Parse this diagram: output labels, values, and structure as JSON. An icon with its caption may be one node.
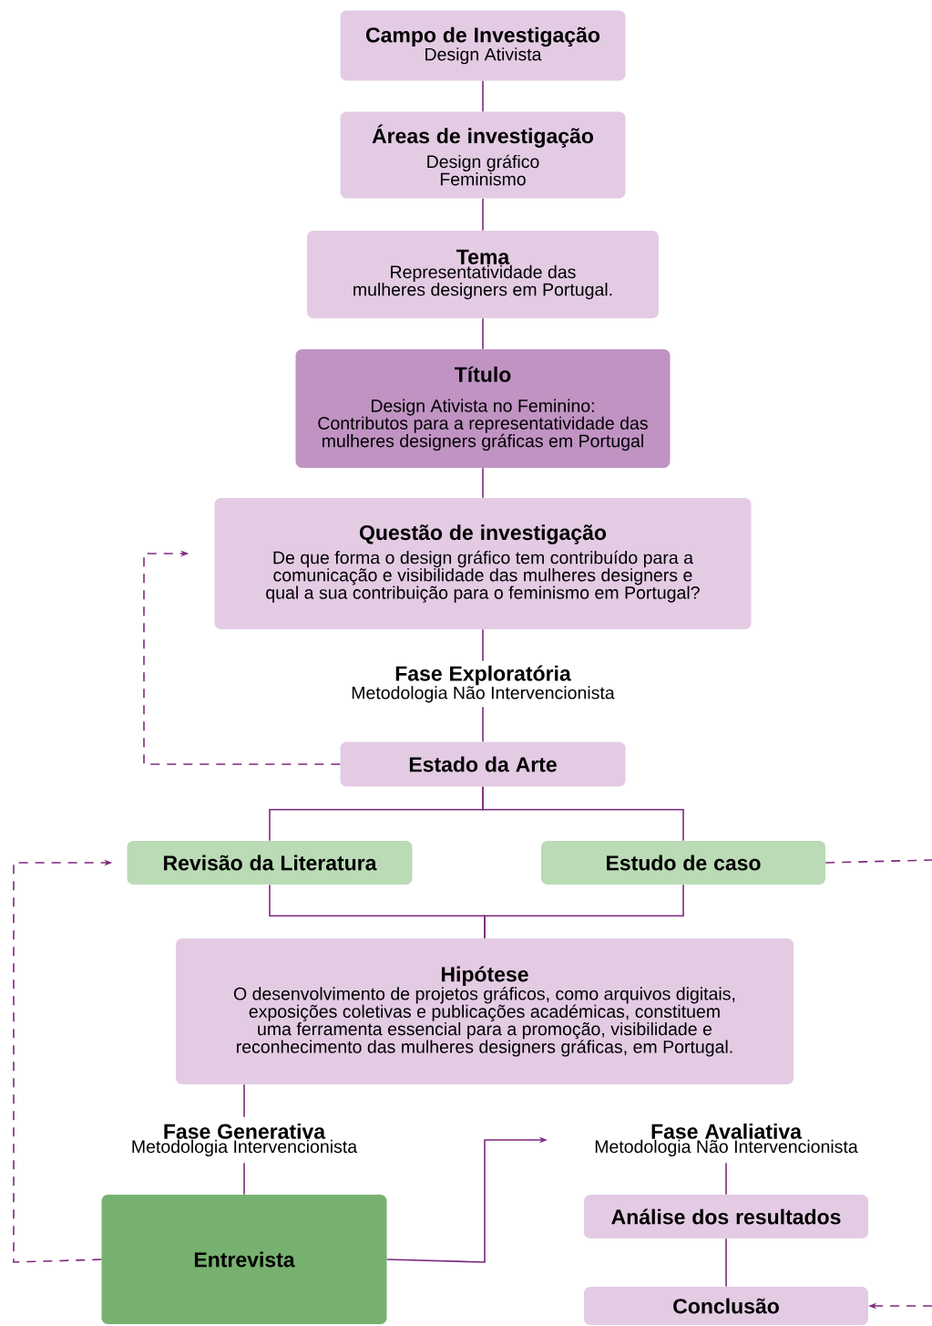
{
  "diagram": {
    "nodes": [
      {
        "text": [
          "Campo de Investigação",
          "Design Ativista"
        ]
      },
      {
        "text": [
          "Áreas de investigação",
          "Design gráfico",
          "Feminismo"
        ]
      },
      {
        "text": [
          "Tema",
          "Representatividade das mulheres designers em Portugal."
        ]
      },
      {
        "text": [
          "Título",
          "Design Ativista no Feminino:",
          "Contributos para a representatividade das mulheres designers gráficas em Portugal"
        ]
      },
      {
        "text": [
          "Questão de investigação",
          "De que forma o design gráfico tem contribuído para a comunicação e visibilidade das mulheres designers e qual a sua contribuição para o feminismo em Portugal?"
        ]
      },
      {
        "text": [
          "Fase Exploratória",
          "Metodologia Não Intervencionista"
        ]
      },
      {
        "text": [
          "Estado da Arte"
        ]
      },
      {
        "text": [
          "Revisão da Literatura"
        ]
      },
      {
        "text": [
          "Estudo de caso"
        ]
      },
      {
        "text": [
          "Hipótese",
          "O desenvolvimento de projetos gráficos, como arquivos digitais, exposições coletivas e publicações académicas, constituem uma ferramenta essencial para a promoção, visibilidade e reconhecimento das mulheres designers gráficas, em Portugal."
        ]
      },
      {
        "text": [
          "Fase Generativa",
          "Metodologia Intervencionista"
        ]
      },
      {
        "text": [
          "Fase Avaliativa",
          "Metodologia Não Intervencionista"
        ]
      },
      {
        "text": [
          "Entrevista"
        ]
      },
      {
        "text": [
          "Análise dos resultados"
        ]
      },
      {
        "text": [
          "Conclusão"
        ]
      }
    ],
    "edges": [
      {
        "from": 0,
        "to": 1,
        "arrow": "none"
      },
      {
        "from": 1,
        "to": 2,
        "arrow": "none"
      },
      {
        "from": 2,
        "to": 3,
        "arrow": "none"
      },
      {
        "from": 3,
        "to": 4,
        "arrow": "none"
      },
      {
        "from": 4,
        "to": 5,
        "arrow": "none"
      },
      {
        "from": 5,
        "to": 6,
        "arrow": "none"
      },
      {
        "from": 6,
        "to": 7,
        "arrow": "none"
      },
      {
        "from": 6,
        "to": 8,
        "arrow": "none"
      },
      {
        "from": 7,
        "to": 9,
        "arrow": "none"
      },
      {
        "from": 8,
        "to": 9,
        "arrow": "none"
      },
      {
        "from": 9,
        "to": 10,
        "arrow": "none"
      },
      {
        "from": 10,
        "to": 12,
        "arrow": "none"
      },
      {
        "from": 12,
        "to": 11,
        "arrow": "to"
      },
      {
        "from": 11,
        "to": 13,
        "arrow": "none"
      },
      {
        "from": 13,
        "to": 14,
        "arrow": "none"
      },
      {
        "from": 6,
        "to": 4,
        "arrow": "to",
        "style": "dashed"
      },
      {
        "from": 12,
        "to": 7,
        "arrow": "to",
        "style": "dashed"
      },
      {
        "from": 8,
        "to": null,
        "arrow": "none",
        "style": "dashed"
      },
      {
        "from": null,
        "to": 14,
        "arrow": "to",
        "style": "dashed"
      }
    ]
  }
}
